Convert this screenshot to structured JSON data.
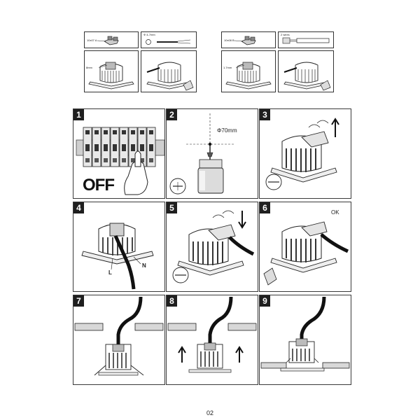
{
  "top_left": {
    "wire_label": "10x07 A",
    "cable_label": "Φ 4-7mm",
    "side_label": "8mm"
  },
  "top_right": {
    "wire_label": "10x08 B",
    "cable_label": "2 wires",
    "side_label": "1.7mm"
  },
  "steps": [
    {
      "number": "1",
      "text": "OFF"
    },
    {
      "number": "2",
      "text": "Φ70mm"
    },
    {
      "number": "3",
      "text": ""
    },
    {
      "number": "4",
      "label_l": "L",
      "label_n": "N"
    },
    {
      "number": "5",
      "text": ""
    },
    {
      "number": "6",
      "text": "OK"
    },
    {
      "number": "7",
      "text": ""
    },
    {
      "number": "8",
      "text": ""
    },
    {
      "number": "9",
      "text": ""
    }
  ],
  "page_number": "02"
}
